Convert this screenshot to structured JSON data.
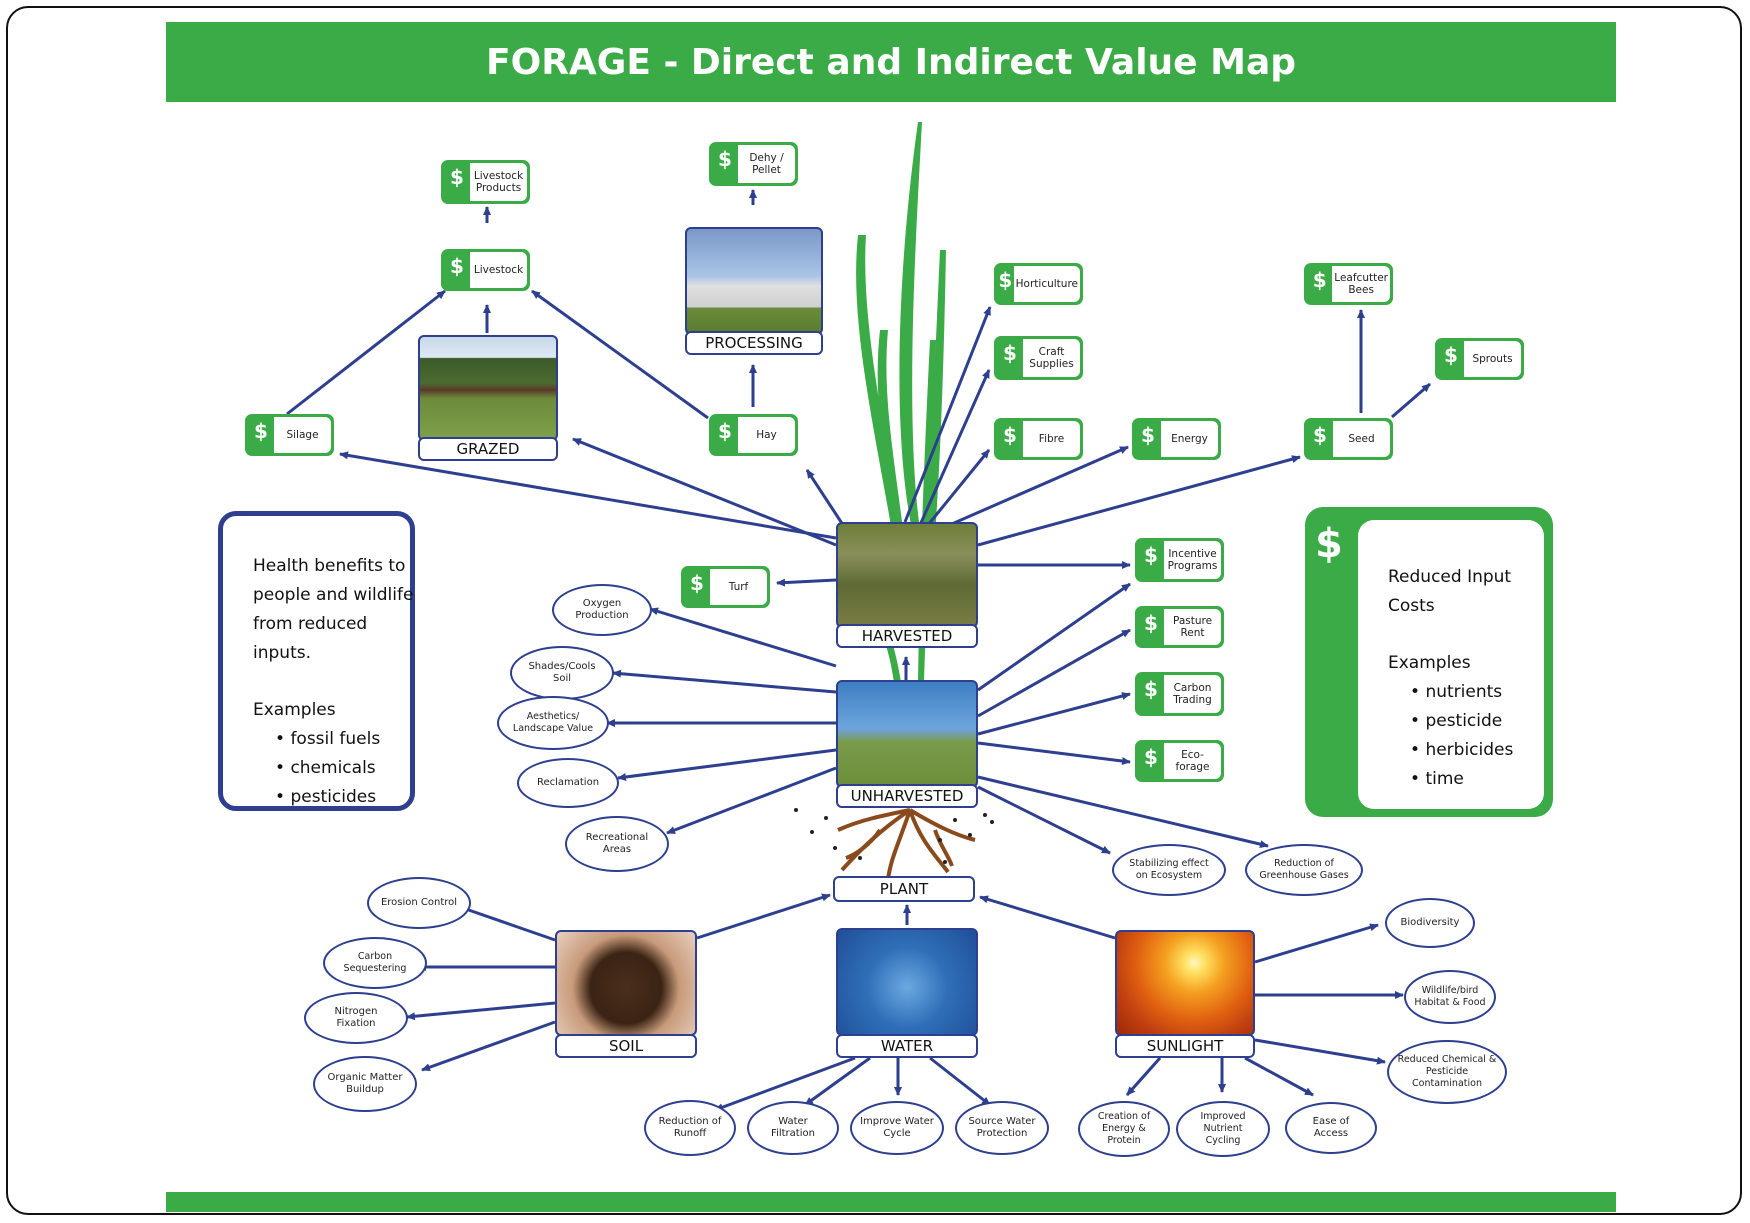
{
  "title": "FORAGE - Direct and Indirect Value Map",
  "images": {
    "processing": "PROCESSING",
    "grazed": "GRAZED",
    "harvested": "HARVESTED",
    "unharvested": "UNHARVESTED",
    "plant": "PLANT",
    "soil": "SOIL",
    "water": "WATER",
    "sunlight": "SUNLIGHT"
  },
  "dollar_items": {
    "livestock_products": "Livestock Products",
    "livestock": "Livestock",
    "dehy_pellet": "Dehy / Pellet",
    "silage": "Silage",
    "hay": "Hay",
    "horticulture": "Horticulture",
    "craft_supplies": "Craft Supplies",
    "fibre": "Fibre",
    "energy": "Energy",
    "leafcutter_bees": "Leafcutter Bees",
    "sprouts": "Sprouts",
    "seed": "Seed",
    "turf": "Turf",
    "incentive_programs": "Incentive Programs",
    "pasture_rent": "Pasture Rent",
    "carbon_trading": "Carbon Trading",
    "eco_forage": "Eco-forage"
  },
  "ovals": {
    "oxygen_production": "Oxygen Production",
    "shades_cools_soil": "Shades/Cools Soil",
    "aesthetics": "Aesthetics/ Landscape Value",
    "reclamation": "Reclamation",
    "recreational_areas": "Recreational Areas",
    "stabilizing_effect": "Stabilizing effect on Ecosystem",
    "reduction_greenhouse": "Reduction of Greenhouse Gases",
    "erosion_control": "Erosion Control",
    "carbon_sequestering": "Carbon Sequestering",
    "nitrogen_fixation": "Nitrogen Fixation",
    "organic_matter": "Organic Matter Buildup",
    "reduction_runoff": "Reduction of Runoff",
    "water_filtration": "Water Filtration",
    "improve_water_cycle": "Improve Water Cycle",
    "source_water_protection": "Source Water Protection",
    "creation_energy_protein": "Creation of Energy & Protein",
    "improved_nutrient_cycling": "Improved Nutrient Cycling",
    "ease_of_access": "Ease of Access",
    "biodiversity": "Biodiversity",
    "wildlife_habitat": "Wildlife/bird Habitat & Food",
    "reduced_chemical": "Reduced Chemical & Pesticide Contamination"
  },
  "health_box": {
    "heading": "Health benefits to people and wildlife from reduced inputs.",
    "examples_label": "Examples",
    "items": [
      "fossil fuels",
      "chemicals",
      "pesticides"
    ]
  },
  "cost_box": {
    "symbol": "$",
    "heading": "Reduced Input Costs",
    "examples_label": "Examples",
    "items": [
      "nutrients",
      "pesticide",
      "herbicides",
      "time"
    ]
  },
  "colors": {
    "green": "#3aab47",
    "navy": "#2d3f8e"
  }
}
